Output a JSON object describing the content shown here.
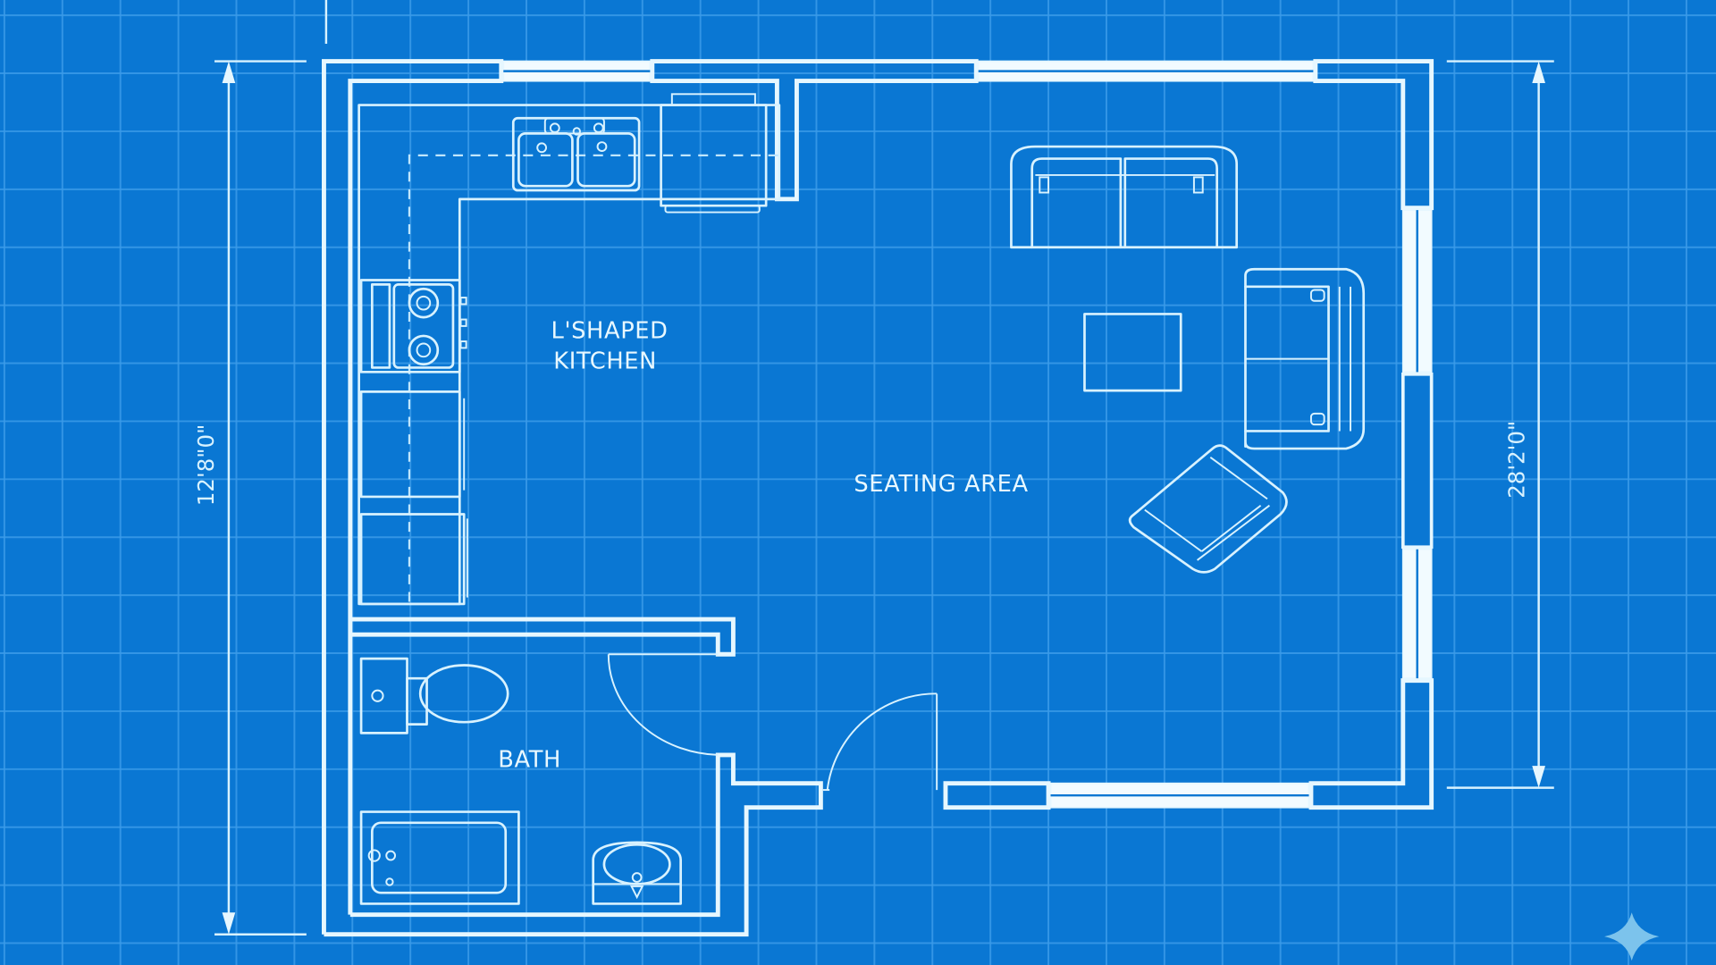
{
  "drawing": {
    "type": "floor-plan-blueprint",
    "background_color": "#0a77d3",
    "grid_color": "#3b9be9",
    "line_color": "#e6f7ff"
  },
  "rooms": {
    "kitchen": {
      "label_line1": "L'SHAPED",
      "label_line2": "KITCHEN"
    },
    "seating": {
      "label": "SEATING AREA"
    },
    "bath": {
      "label": "BATH"
    }
  },
  "dimensions": {
    "left": {
      "label": "12'8\"0\""
    },
    "right": {
      "label": "28'2'0\""
    }
  },
  "fixtures": {
    "kitchen": [
      "double-sink",
      "refrigerator",
      "stove-cooktop",
      "base-cabinet",
      "base-cabinet"
    ],
    "seating": [
      "sofa",
      "loveseat",
      "coffee-table",
      "armchair"
    ],
    "bath": [
      "toilet",
      "bathtub",
      "vanity-sink"
    ]
  },
  "watermark": {
    "icon": "sparkle-icon"
  }
}
